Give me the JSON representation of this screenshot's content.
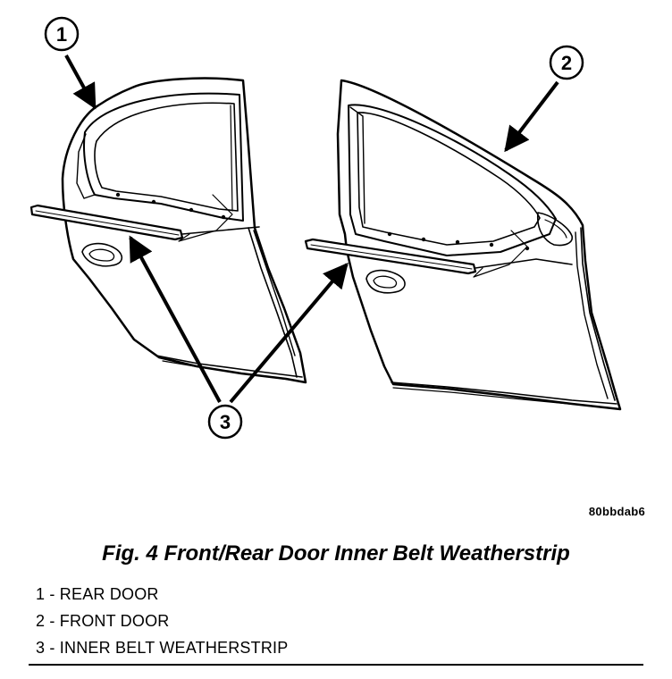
{
  "callouts": [
    {
      "id": "1"
    },
    {
      "id": "2"
    },
    {
      "id": "3"
    }
  ],
  "reference_code": "80bbdab6",
  "figure_title": "Fig. 4 Front/Rear Door Inner Belt Weatherstrip",
  "legend": [
    "1 - REAR DOOR",
    "2 - FRONT DOOR",
    "3 - INNER BELT WEATHERSTRIP"
  ]
}
